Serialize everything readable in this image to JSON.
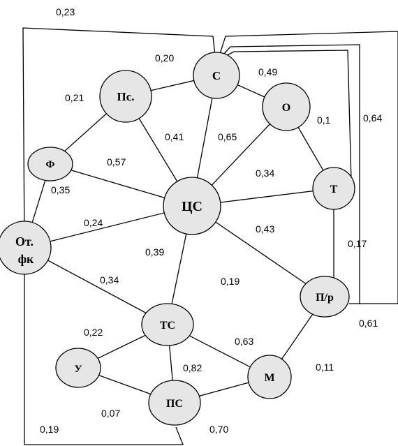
{
  "style": {
    "node_fill": "#e6e6e6",
    "stroke": "#000000",
    "background": "#ffffff"
  },
  "nodes": {
    "ps_top": "Пс.",
    "s": "С",
    "o": "О",
    "f": "Ф",
    "ts_center": "ЦС",
    "t": "Т",
    "otfk_line1": "От.",
    "otfk_line2": "фк",
    "pr": "П/р",
    "tc": "ТС",
    "u": "У",
    "ps_bottom": "ПС",
    "m": "М"
  },
  "weights": {
    "w_023": "0,23",
    "w_020": "0,20",
    "w_049": "0,49",
    "w_021": "0,21",
    "w_041": "0,41",
    "w_065": "0,65",
    "w_01": "0,1",
    "w_064": "0,64",
    "w_057": "0,57",
    "w_034a": "0,34",
    "w_035": "0,35",
    "w_024": "0,24",
    "w_043": "0,43",
    "w_017": "0,17",
    "w_039": "0,39",
    "w_019a": "0,19",
    "w_034b": "0,34",
    "w_061": "0,61",
    "w_022": "0,22",
    "w_063": "0,63",
    "w_082": "0,82",
    "w_011": "0,11",
    "w_007": "0,07",
    "w_019b": "0,19",
    "w_070": "0,70"
  }
}
